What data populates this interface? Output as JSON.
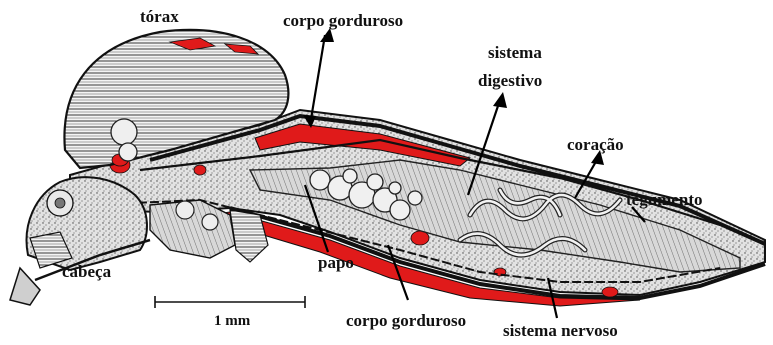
{
  "labels": {
    "torax": "tórax",
    "corpo_gorduroso_top": "corpo gorduroso",
    "sistema_line1": "sistema",
    "sistema_line2": "digestivo",
    "coracao": "coração",
    "tegumento": "tegumento",
    "cabeca": "cabeça",
    "papo": "papo",
    "corpo_gorduroso_bottom": "corpo gorduroso",
    "sistema_nervoso": "sistema nervoso"
  },
  "scale_bar": {
    "label": "1 mm"
  },
  "colors": {
    "fat_body": "#e01a1a",
    "ink": "#111111",
    "tissue_light": "#ececec",
    "tissue_mid": "#bdbdbd",
    "tissue_dark": "#3a3a3a"
  }
}
